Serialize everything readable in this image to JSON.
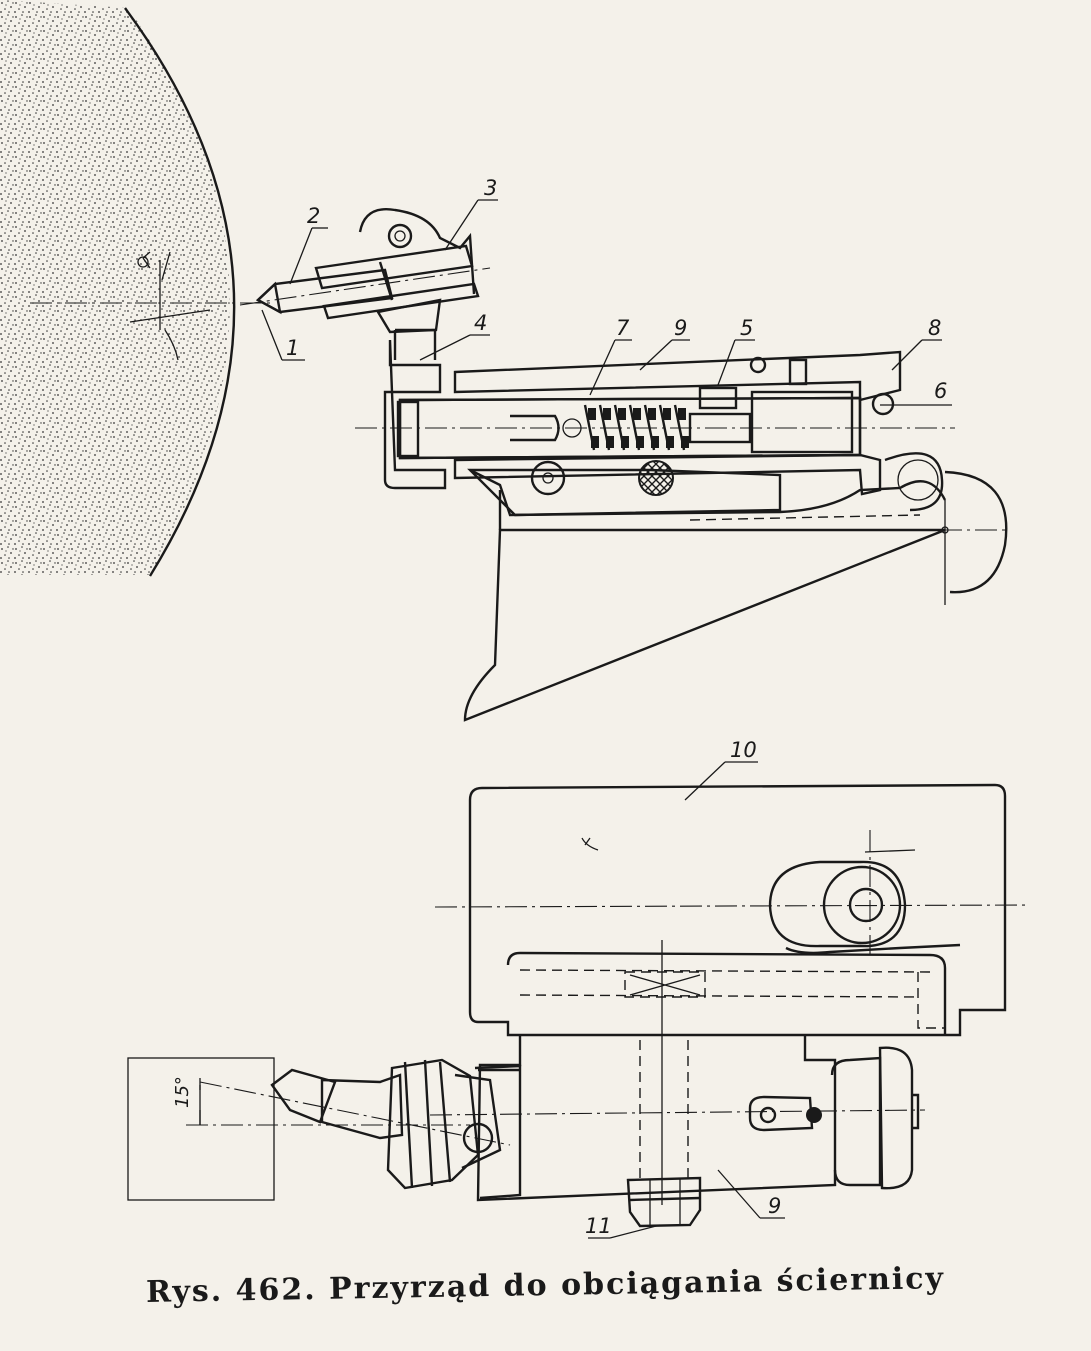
{
  "figure": {
    "caption": "Rys. 462. Przyrząd do obciągania ściernicy",
    "angle_label": "15°"
  },
  "callouts": [
    "1",
    "2",
    "3",
    "4",
    "5",
    "6",
    "7",
    "8",
    "9",
    "9",
    "10",
    "11"
  ],
  "colors": {
    "paper": "#f4f1ea",
    "ink": "#1a1a1a"
  }
}
